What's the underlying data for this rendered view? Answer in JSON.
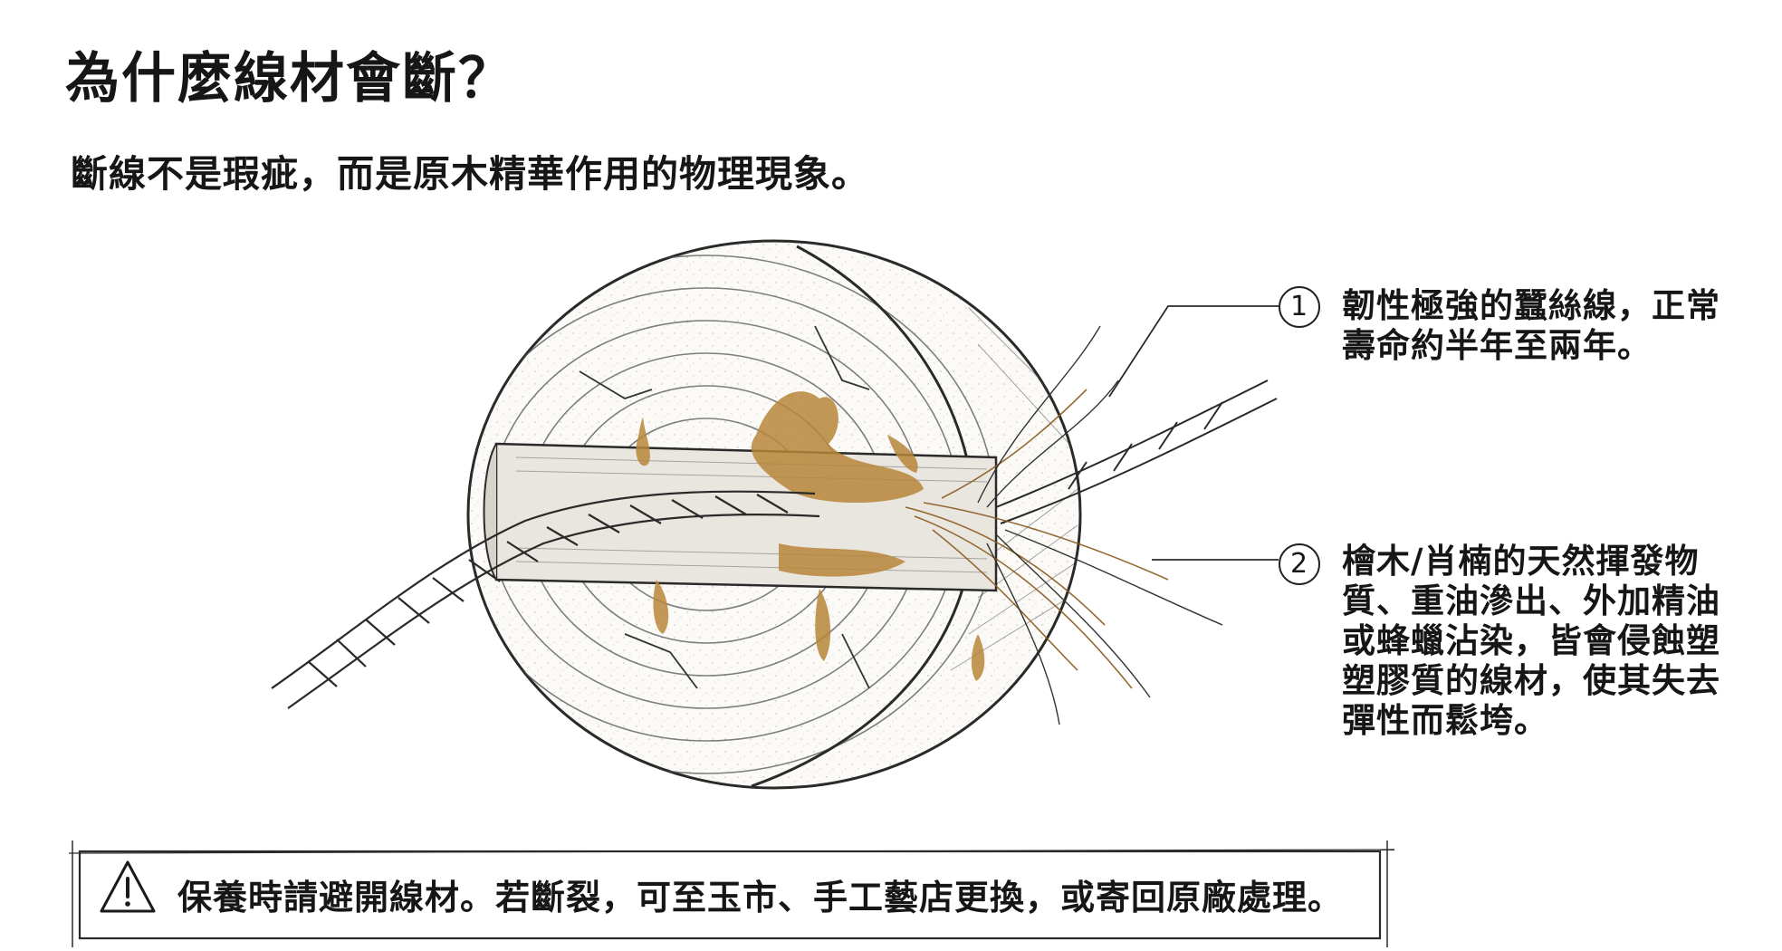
{
  "title": "為什麼線材會斷？",
  "subtitle": "斷線不是瑕疵，而是原木精華作用的物理現象。",
  "callouts": [
    {
      "number": "1",
      "text": "韌性極強的蠶絲線，正常壽命約半年至兩年。"
    },
    {
      "number": "2",
      "text": "檜木/肖楠的天然揮發物質、重油滲出、外加精油或蜂蠟沾染，皆會侵蝕塑塑膠質的線材，使其失去彈性而鬆垮。"
    }
  ],
  "warning": {
    "icon": "warning-triangle-icon",
    "text": "保養時請避開線材。若斷裂，可至玉市、手工藝店更換，或寄回原廠處理。"
  },
  "illustration": {
    "subject": "wooden-bead-with-frayed-cord",
    "colors": {
      "ink": "#2a2a2a",
      "oil": "#b8863a",
      "oil_dark": "#8a5a1e"
    }
  }
}
